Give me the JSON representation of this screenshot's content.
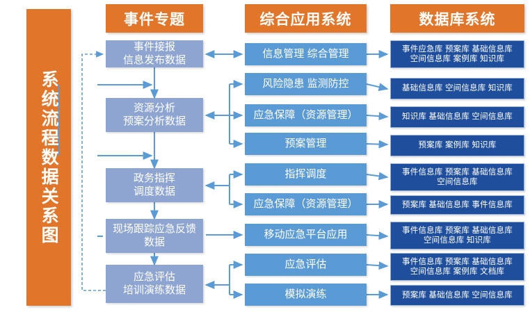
{
  "diagram": {
    "vertical_title": "系统流程数据关系图",
    "headers": {
      "event": "事件专题",
      "application": "综合应用系统",
      "database": "数据库系统"
    },
    "colors": {
      "orange": "#E1762B",
      "col1_blue": "#8EA5D2",
      "col2_blue": "#5B9BD5",
      "col3_blue": "#1F4E9C",
      "connector": "#5B9BD5",
      "text": "#FFFFFF"
    },
    "event_nodes": [
      {
        "line1": "事件接报",
        "line2": "信息发布数据"
      },
      {
        "line1": "资源分析",
        "line2": "预案分析数据"
      },
      {
        "line1": "政务指挥",
        "line2": "调度数据"
      },
      {
        "line1": "现场跟踪应急反馈",
        "line2": "数据"
      },
      {
        "line1": "应急评估",
        "line2": "培训演练数据"
      }
    ],
    "application_nodes": [
      {
        "label": "信息管理  综合管理"
      },
      {
        "label": "风险隐患  监测防控"
      },
      {
        "label": "应急保障（资源管理）"
      },
      {
        "label": "预案管理"
      },
      {
        "label": "指挥调度"
      },
      {
        "label": "应急保障（资源管理）"
      },
      {
        "label": "移动应急平台应用"
      },
      {
        "label": "应急评估"
      },
      {
        "label": "模拟演练"
      }
    ],
    "database_nodes": [
      {
        "line1": "事件应急库  预案库  基础信息库",
        "line2": "空间信息库  案例库  知识库"
      },
      {
        "line1": "基础信息库  空间信息库  知识库",
        "line2": ""
      },
      {
        "line1": "知识库  基础信息库  空间信息库",
        "line2": ""
      },
      {
        "line1": "预案库  案例库  知识库",
        "line2": ""
      },
      {
        "line1": "事件信息库  预案库  基础信息库",
        "line2": "空间信息库"
      },
      {
        "line1": "预案库  基础信息库  事件信息库",
        "line2": ""
      },
      {
        "line1": "事件信息库  预案库  基础信息库",
        "line2": "空间信息库  知识库"
      },
      {
        "line1": "事件信息库  预案库  基础信息库",
        "line2": "空间信息库  案例库  文档库"
      },
      {
        "line1": "预案库  基础信息库  空间信息库",
        "line2": ""
      }
    ]
  }
}
